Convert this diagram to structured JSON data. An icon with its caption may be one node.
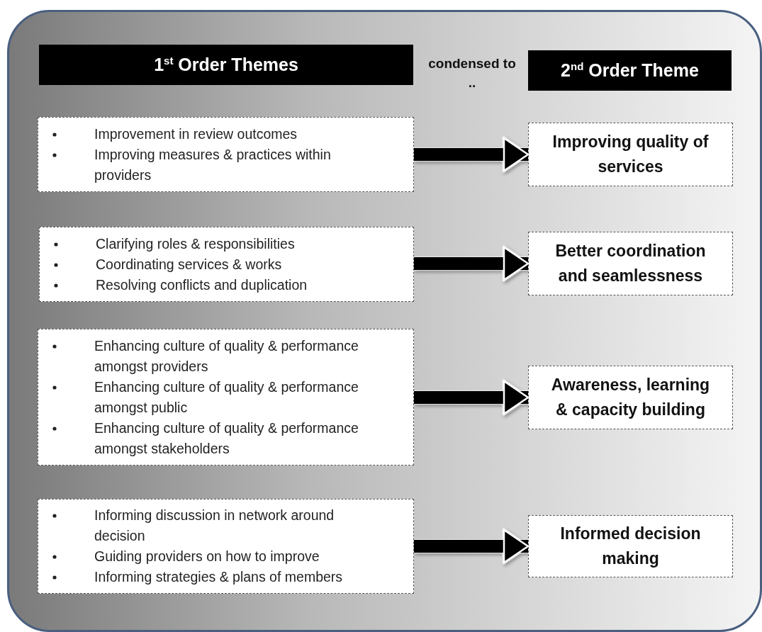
{
  "diagram": {
    "nodes": [
      {
        "text": [
          "1$^{st}$ Order Themes"
        ]
      },
      {
        "text": [
          "2$^{nd}$ Order Theme"
        ]
      },
      {
        "text": [
          "Improvement in review outcomes",
          "Improving measures & practices within providers"
        ]
      },
      {
        "text": [
          "Improving quality of services"
        ]
      },
      {
        "text": [
          "Clarifying roles & responsibilities",
          "Coordinating services & works",
          "Resolving conflicts and duplication"
        ]
      },
      {
        "text": [
          "Better coordination and seamlessness"
        ]
      },
      {
        "text": [
          "Enhancing culture of quality & performance amongst providers",
          "Enhancing culture of quality & performance amongst public",
          "Enhancing culture of quality & performance amongst stakeholders"
        ]
      },
      {
        "text": [
          "Awareness, learning & capacity building"
        ]
      },
      {
        "text": [
          "Informing discussion in network around decision",
          "Guiding providers on how to improve",
          "Informing strategies & plans of members"
        ]
      },
      {
        "text": [
          "Informed decision making"
        ]
      }
    ],
    "edges": [
      {
        "from": 2,
        "to": 3,
        "arrow": "to"
      },
      {
        "from": 4,
        "to": 5,
        "arrow": "to"
      },
      {
        "from": 6,
        "to": 7,
        "arrow": "to"
      },
      {
        "from": 8,
        "to": 9,
        "arrow": "to"
      }
    ],
    "labels": [
      "condensed to .."
    ]
  }
}
